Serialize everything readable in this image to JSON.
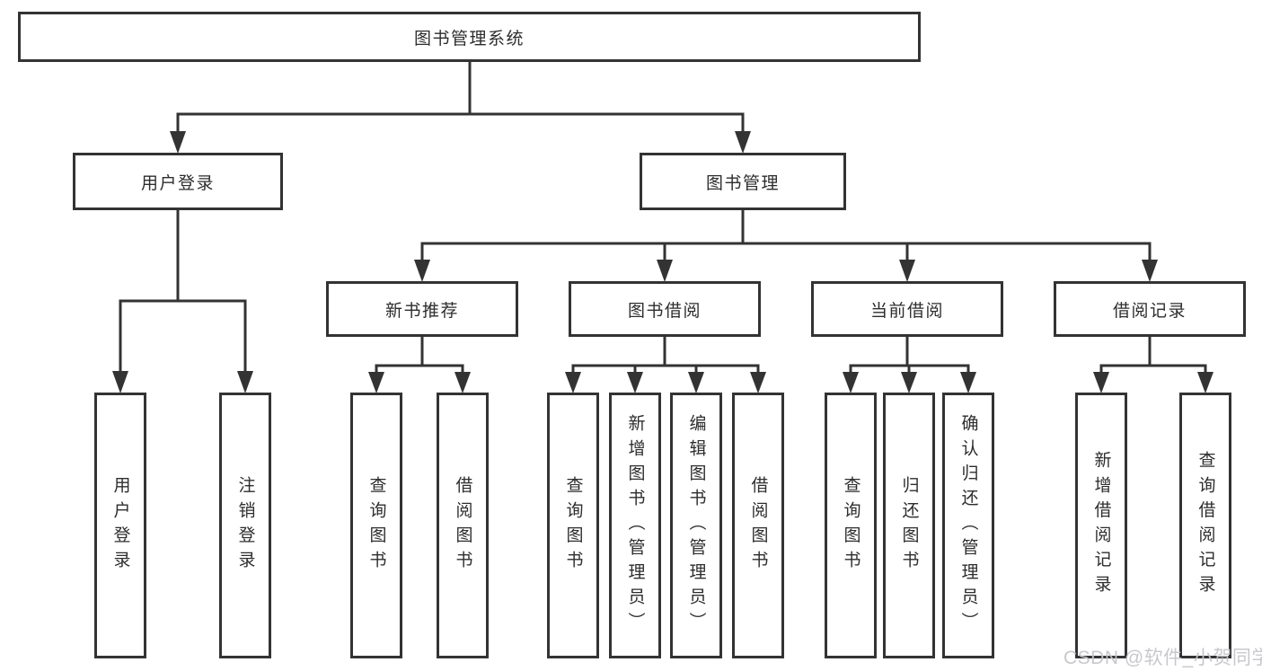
{
  "tree": {
    "label": "图书管理系统",
    "children": [
      {
        "label": "用户登录",
        "children": [
          {
            "label": "用户登录"
          },
          {
            "label": "注销登录"
          }
        ]
      },
      {
        "label": "图书管理",
        "children": [
          {
            "label": "新书推荐",
            "children": [
              {
                "label": "查询图书"
              },
              {
                "label": "借阅图书"
              }
            ]
          },
          {
            "label": "图书借阅",
            "children": [
              {
                "label": "查询图书"
              },
              {
                "label": "新增图书（管理员）"
              },
              {
                "label": "编辑图书（管理员）"
              },
              {
                "label": "借阅图书"
              }
            ]
          },
          {
            "label": "当前借阅",
            "children": [
              {
                "label": "查询图书"
              },
              {
                "label": "归还图书"
              },
              {
                "label": "确认归还（管理员）"
              }
            ]
          },
          {
            "label": "借阅记录",
            "children": [
              {
                "label": "新增借阅记录"
              },
              {
                "label": "查询借阅记录"
              }
            ]
          }
        ]
      }
    ]
  },
  "watermark": {
    "text": "CSDN @软件_小贺同学"
  },
  "colors": {
    "line": "#333333",
    "box_border": "#333333",
    "box_background": "#ffffff",
    "label_text": "#2d2d2d",
    "watermark_text": "#c5c5ca",
    "page_background": "#ffffff"
  }
}
